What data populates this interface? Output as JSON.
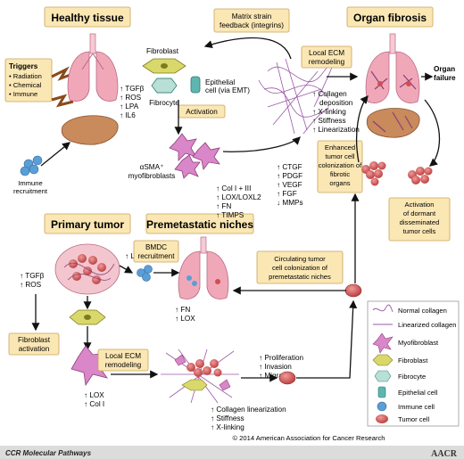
{
  "sections": {
    "healthy": "Healthy tissue",
    "fibrosis": "Organ fibrosis",
    "primary": "Primary tumor",
    "premetastatic": "Premetastatic niches"
  },
  "triggers": {
    "title": "Triggers",
    "items": [
      "• Radiation",
      "• Chemical",
      "• Immune"
    ]
  },
  "labels": {
    "matrix_strain": [
      "Matrix strain",
      "feedback (integrins)"
    ],
    "fibroblast": "Fibroblast",
    "epithelial": [
      "Epithelial",
      "cell (via EMT)"
    ],
    "fibrocyte": "Fibrocyte",
    "activation": "Activation",
    "healthy_factors": [
      "↑ TGFβ",
      "↑ ROS",
      "↑ LPA",
      "↑ IL6"
    ],
    "myofib": [
      "αSMA⁺",
      "myofibroblasts"
    ],
    "immune_recruit": [
      "Immune",
      "recruitment"
    ],
    "factors_a": [
      "↑ Col I + III",
      "↑ LOX/LOXL2",
      "↑ FN",
      "↑ TIMPS"
    ],
    "factors_b": [
      "↑ CTGF",
      "↑ PDGF",
      "↑ VEGF",
      "↑ FGF",
      "↓ MMPs"
    ],
    "local_ecm": [
      "Local ECM",
      "remodeling"
    ],
    "organ_failure": [
      "Organ",
      "failure"
    ],
    "fibrosis_effects": [
      "↑ Collagen",
      "deposition",
      "↑ X-linking",
      "↑ Stiffness",
      "↑ Linearization"
    ],
    "enhanced": [
      "Enhanced",
      "tumor cell",
      "colonization of",
      "fibrotic",
      "organs"
    ],
    "activation_dormant": [
      "Activation",
      "of dormant",
      "disseminated",
      "tumor cells"
    ],
    "primary_lox": "↑ LOX",
    "primary_factors": [
      "↑ TGFβ",
      "↑ ROS"
    ],
    "bmdc": [
      "BMDC",
      "recruitment"
    ],
    "niche_factors": [
      "↑ FN",
      "↑ LOX"
    ],
    "circulating": [
      "Circulating tumor",
      "cell colonization of",
      "premetastatic niches"
    ],
    "fib_activation": [
      "Fibroblast",
      "activation"
    ],
    "local_ecm2": [
      "Local ECM",
      "remodeling"
    ],
    "lox_col": [
      "↑ LOX",
      "↑ Col I"
    ],
    "prolif": [
      "↑ Proliferation",
      "↑ Invasion",
      "↑ Migration"
    ],
    "collagen_effects": [
      "↑ Collagen linearization",
      "↑ Stiffness",
      "↑ X-linking"
    ]
  },
  "legend": [
    "Normal collagen",
    "Linearized collagen",
    "Myofibroblast",
    "Fibroblast",
    "Fibrocyte",
    "Epithelial cell",
    "Immune cell",
    "Tumor cell"
  ],
  "footer": {
    "copyright": "© 2014 American Association for Cancer Research",
    "journal": "CCR Molecular Pathways",
    "logo": "AACR"
  },
  "colors": {
    "box": "#fbe7b4",
    "lung": "#f0a8b8",
    "fibroblast": "#d9d86a",
    "myofibroblast": "#d987c9",
    "tumor": "#cf4f4f",
    "epithelial": "#5fb6b0",
    "immune": "#5a9ed6"
  }
}
